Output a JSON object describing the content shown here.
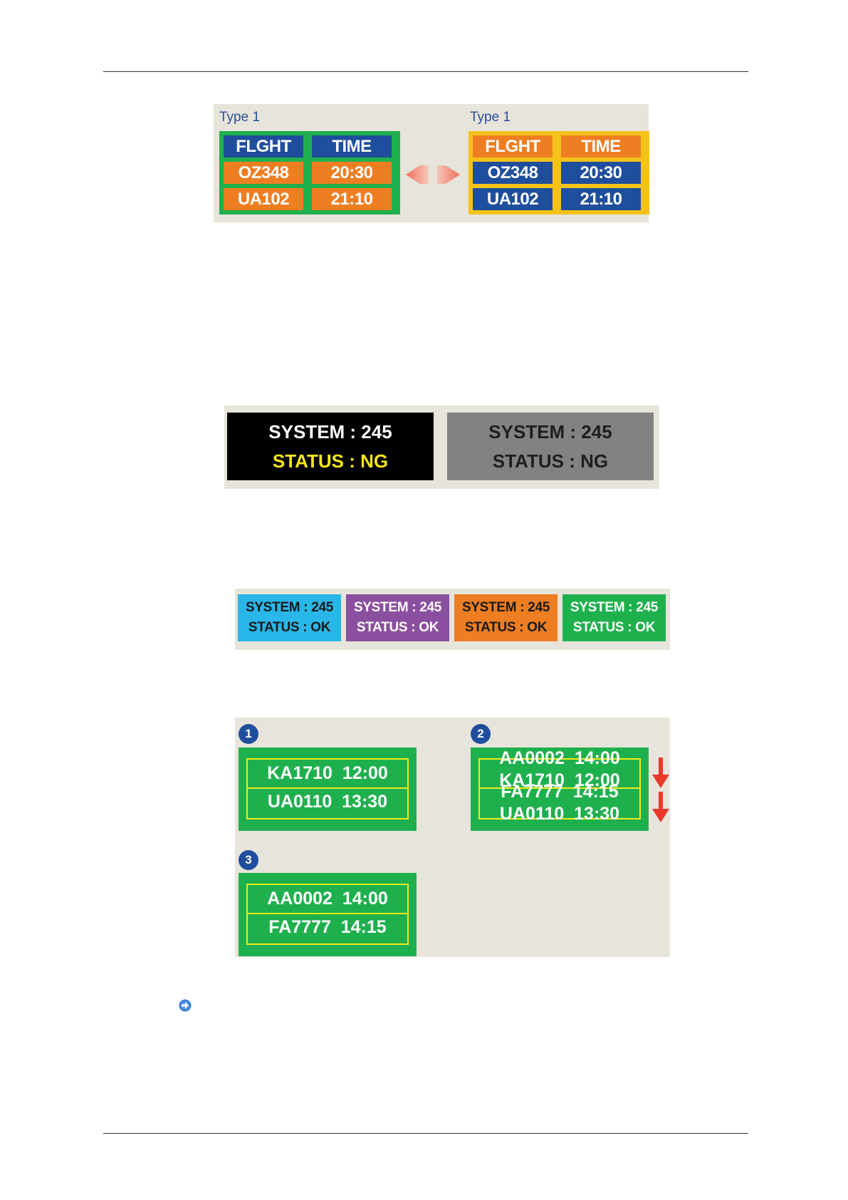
{
  "figure1": {
    "left_table": {
      "type_label": "Type 1",
      "header": [
        "FLGHT",
        "TIME"
      ],
      "rows": [
        [
          "OZ348",
          "20:30"
        ],
        [
          "UA102",
          "21:10"
        ]
      ]
    },
    "right_table": {
      "type_label": "Type 1",
      "header": [
        "FLGHT",
        "TIME"
      ],
      "rows": [
        [
          "OZ348",
          "20:30"
        ],
        [
          "UA102",
          "21:10"
        ]
      ]
    },
    "arrow_icon": "double-arrow-left-right-icon"
  },
  "figure2": {
    "boxes": [
      {
        "system": "SYSTEM : 245",
        "status": "STATUS : NG"
      },
      {
        "system": "SYSTEM : 245",
        "status": "STATUS : NG"
      }
    ]
  },
  "figure3": {
    "boxes": [
      {
        "system": "SYSTEM : 245",
        "status": "STATUS : OK"
      },
      {
        "system": "SYSTEM : 245",
        "status": "STATUS : OK"
      },
      {
        "system": "SYSTEM : 245",
        "status": "STATUS : OK"
      },
      {
        "system": "SYSTEM : 245",
        "status": "STATUS : OK"
      }
    ]
  },
  "figure4": {
    "panel1": {
      "number": "1",
      "lines": [
        "KA1710  12:00",
        "UA0110  13:30"
      ]
    },
    "panel2": {
      "number": "2",
      "lines": [
        "AA0002  14:00",
        "KA1710  12:00",
        "FA7777  14:15",
        "UA0110  13:30"
      ],
      "arrow_icon": "down-arrow-icon"
    },
    "panel3": {
      "number": "3",
      "lines": [
        "AA0002  14:00",
        "FA7777  14:15"
      ]
    }
  },
  "bullet_icon": "circle-arrow-right-icon",
  "colors": {
    "blue": "#1f4e9d",
    "orange": "#ee7e22",
    "green": "#1fb04e",
    "yellow": "#f5c21a",
    "cyan": "#29b6e8",
    "purple": "#8b4f9f"
  }
}
